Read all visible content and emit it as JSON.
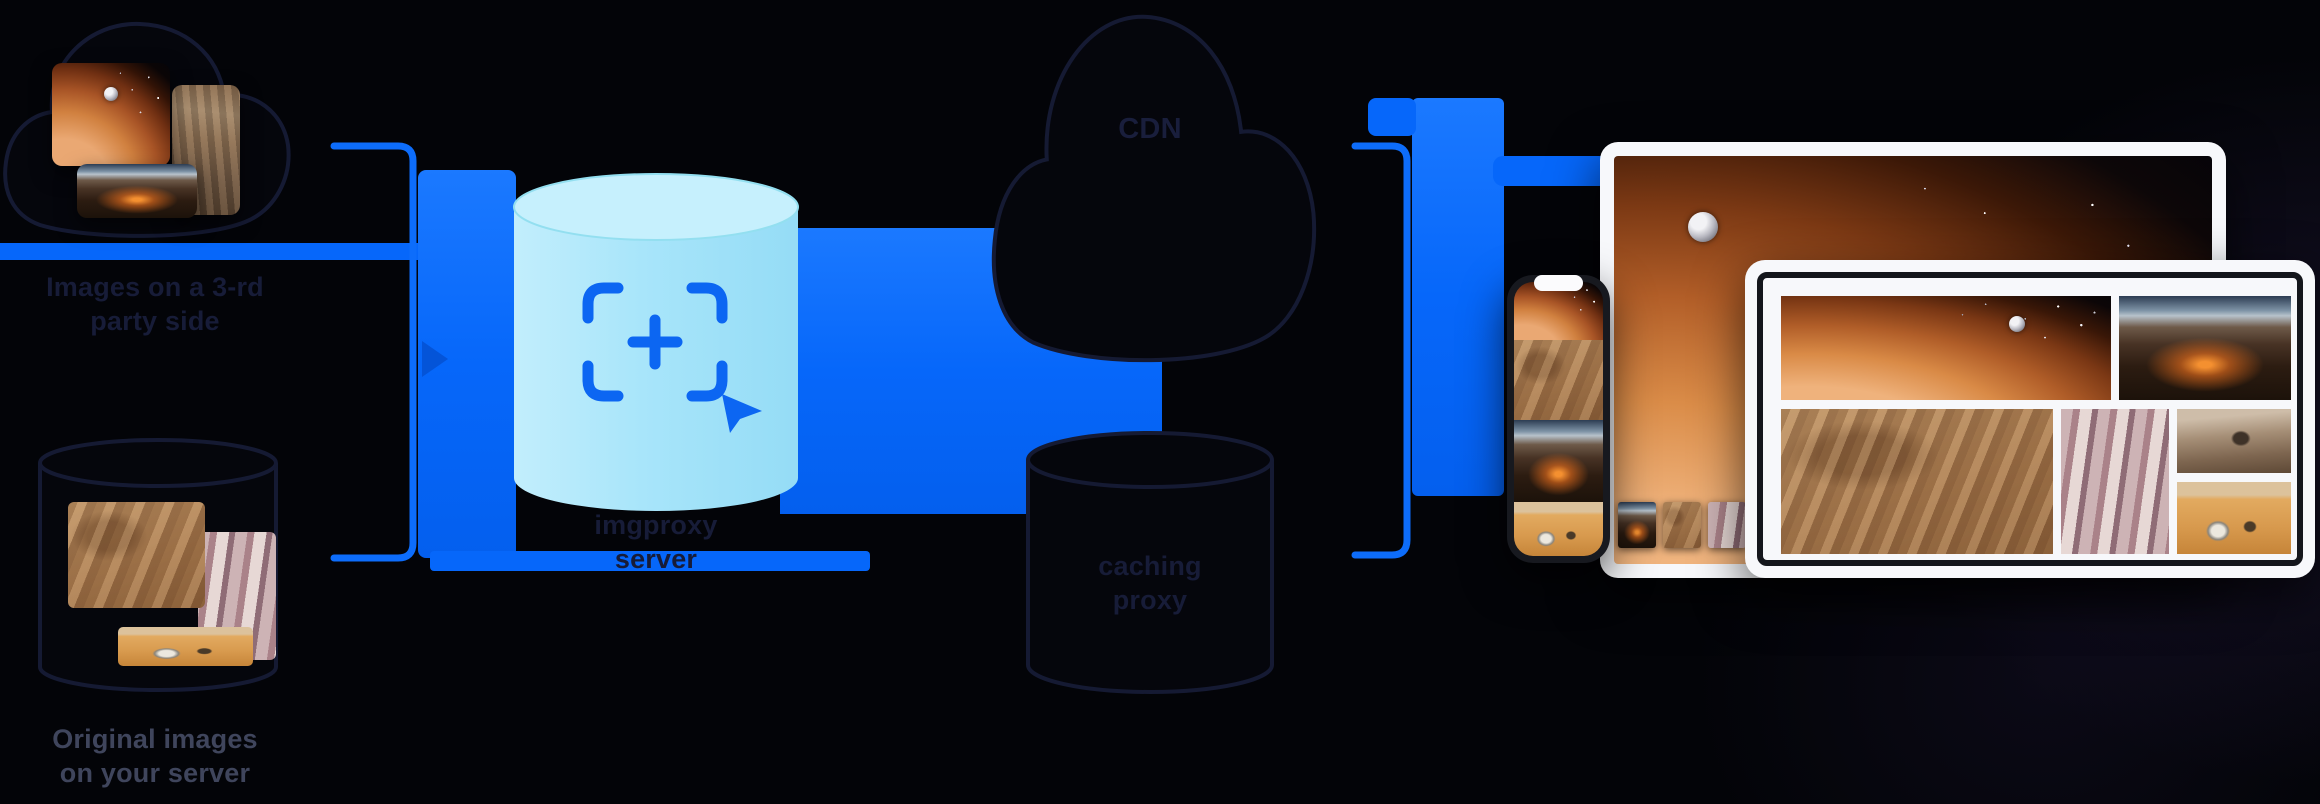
{
  "diagram": {
    "sources": {
      "cloud_label_line1": "Images on a 3-rd",
      "cloud_label_line2": "party side",
      "server_label_line1": "Original images",
      "server_label_line2": "on your server"
    },
    "processor": {
      "label_line1": "imgproxy",
      "label_line2": "server"
    },
    "delivery": {
      "cdn_label": "CDN",
      "proxy_label_line1": "caching",
      "proxy_label_line2": "proxy"
    },
    "icons": {
      "crop_icon": "crop-frame-with-plus",
      "cursor_icon": "pointer-arrow"
    },
    "colors": {
      "accent_blue": "#0667FA",
      "line_blue": "#0D6DFB",
      "cylinder_blue": "#A8E5FA",
      "cylinder_top_blue": "#C6F0FD",
      "outline_navy": "#151A33",
      "label_navy": "#171C38",
      "label_grey": "#3F455C",
      "device_frame_white": "#F7F8FB",
      "phone_frame_dark": "#17191F"
    }
  }
}
